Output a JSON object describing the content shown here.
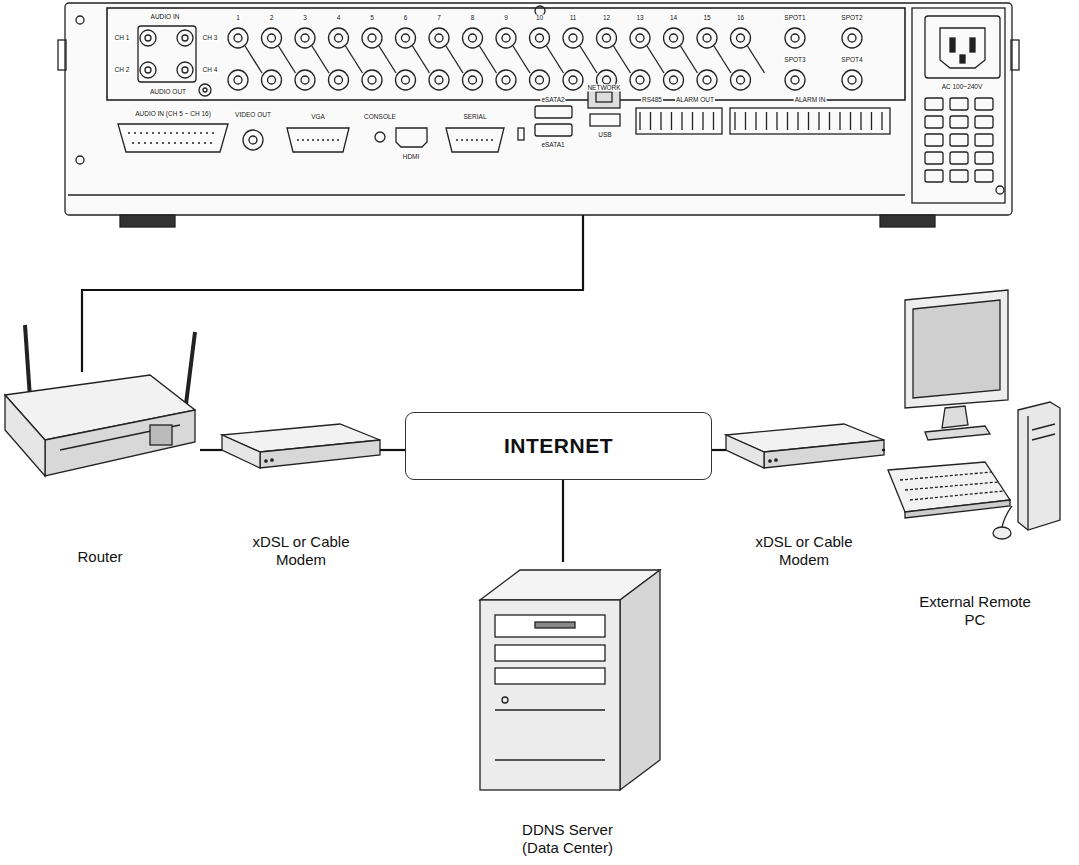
{
  "diagram": {
    "nodes": [
      {
        "text": [
          "NETWORK"
        ]
      },
      {
        "text": [
          "Router"
        ]
      },
      {
        "text": [
          "xDSL or Cable Modem"
        ]
      },
      {
        "text": [
          "INTERNET"
        ]
      },
      {
        "text": [
          "xDSL or Cable Modem"
        ]
      },
      {
        "text": [
          "External Remote PC"
        ]
      },
      {
        "text": [
          "DDNS Server (Data Center)"
        ]
      }
    ],
    "edges": [
      {
        "from": 0,
        "to": 1,
        "arrow": "none"
      },
      {
        "from": 1,
        "to": 2,
        "arrow": "none"
      },
      {
        "from": 2,
        "to": 3,
        "arrow": "none"
      },
      {
        "from": 3,
        "to": 4,
        "arrow": "none"
      },
      {
        "from": 4,
        "to": 5,
        "arrow": "none"
      },
      {
        "from": 3,
        "to": 6,
        "arrow": "none"
      }
    ],
    "labels": [
      "AUDIO IN",
      "CH 1",
      "CH 3",
      "CH 2",
      "CH 4",
      "AUDIO OUT",
      "1",
      "2",
      "3",
      "4",
      "5",
      "6",
      "7",
      "8",
      "9",
      "10",
      "11",
      "12",
      "13",
      "14",
      "15",
      "16",
      "SPOT1",
      "SPOT2",
      "SPOT3",
      "SPOT4",
      "AUDIO IN (CH 5 ~ CH 16)",
      "VIDEO OUT",
      "VGA",
      "CONSOLE",
      "HDMI",
      "SERIAL",
      "eSATA2",
      "eSATA1",
      "USB",
      "RS485",
      "ALARM OUT",
      "ALARM IN",
      "AC 100~240V"
    ]
  }
}
